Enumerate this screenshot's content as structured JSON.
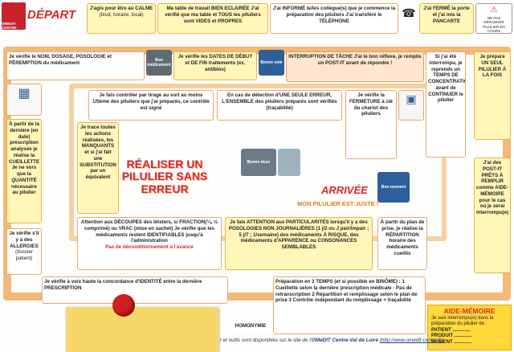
{
  "header": {
    "logo_text": "OMEDIT CENTRE",
    "depart": "DÉPART",
    "calme": "J'agis pour être au CALME",
    "calme_sub": "(bruit, horaire, local)",
    "table": "Ma table de travail BIEN ECLAIRÉE J'ai vérifié que ma table et TOUS les piluliers sont VIDES et PROPRES",
    "informe": "J'ai INFORMÉ le/les collègue(s) que je commence la préparation des piluliers J'ai transféré le TÉLÉPHONE",
    "ferme": "J'ai FERMÉ la porte et j'ai mis la PANCARTE",
    "sign": "NE PAS DÉRANGER PILULIER EN COURS"
  },
  "row2": {
    "nom": "Je vérifie le NOM, DOSAGE, POSOLOGIE et PÉREMPTION du médicament",
    "dates": "Je vérifie les DATES DE DÉBUT et DE FIN traitements (ex. antibios)",
    "interruption": "INTERRUPTION DE TÂCHE J'ai le bon réflexe, je remplis un POST-IT avant de répondre !",
    "interrompu": "Si j'ai été interrompu, je reprends un TEMPS DE CONCENTRATION avant de CONTINUER le pilulier",
    "prepare": "Je prépare UN SEUL PILULIER À LA FOIS"
  },
  "left": {
    "derniere": "À partir de la dernière (en date) prescription analysée je réalise la CUEILLETTE Je ne sors que la QUANTITÉ nécessaire au pilulier",
    "allergies": "Je vérifie s'il y a des ALLERGIES",
    "allergies_sub": "(dossier patient)"
  },
  "inner": {
    "tirage": "Je fais contrôler par tirage au sort au moins 1/5ème des piluliers que j'ai préparés, ce contrôle est signé",
    "erreur": "En cas de détection d'UNE SEULE ERREUR, L'ENSEMBLE des piluliers préparés sont vérifiés (traçabilité)",
    "fermeture": "Je vérifie la FERMETURE à clé du chariot des piluliers",
    "trace": "Je trace toutes les actions réalisées, les MANQUANTS et si j'ai fait une SUBSTITUTION par un équivalent",
    "title": "RÉALISER UN PILULIER SANS ERREUR",
    "arrivee": "ARRIVÉE",
    "juste": "MON PILULIER EST JUSTE !",
    "decoupes": "Attention aux DÉCOUPES des blisters, si FRACTION(¼, ½ comprimé) ou VRAC (mise en sachet) Je vérifie que les médicaments restent IDENTIFIABLES jusqu'à l'administration",
    "deconditionnement": "Pas de déconditionnement à l'avance",
    "particularites": "Je fais ATTENTION aux PARTICULARITÉS lorsqu'il y a des POSOLOGIES NON JOURNALIÈRES (1 j/2 ou J pair/impair ; 5 j/7 ; 1/semaine) des médicaments À RISQUE, des médicaments d'APPARENCE ou CONSONANCES SEMBLABLES",
    "plan": "À partir du plan de prise, je réalise la RÉPARTITION horaire des médicaments cueillis"
  },
  "right": {
    "postit": "J'ai des POST-IT PRÊTS À REMPLIR comme AIDE-MÉMOIRE pour le cas où je serai interrompu(e)"
  },
  "puzzles": {
    "bon_medicament": "Bon médicament",
    "bonne_voie": "Bonne voie",
    "bonne_dose": "Bonne dose",
    "bon_moment": "Bon moment"
  },
  "bottom": {
    "identite": "Je vérifie à voix haute la concordance d'IDENTITÉ entre la dernière PRESCRIPTION",
    "homonymie": "HOMONYMIE",
    "preparation": "Préparation en 3 TEMPS (et si possible en BINÔME) : 1 Cueillette selon la dernière prescription médicale - Pas de retranscription 2 Répartition et remplissage selon le plan de prise 3 Contrôle indépendant du remplissage + traçabilité",
    "footer_prefix": "t et outils sont disponibles sur le site de l'",
    "footer_org": "OMéDIT Centre-Val de Loire",
    "footer_url": "(http://www.omedit-centre.fr)"
  },
  "aide_memoire": {
    "title": "AIDE-MÉMOIRE",
    "intro": "Je suis interrompu(e) dans la préparation du pilulier de :",
    "patient": "PATIENT .............",
    "produit": "PRODUIT .............",
    "moment": "MOMENT ............."
  }
}
